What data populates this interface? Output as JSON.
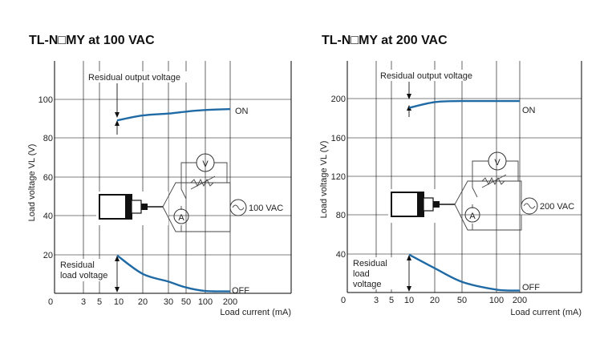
{
  "chart_data": [
    {
      "type": "line",
      "title": "TL-N□MY at 100 VAC",
      "xlabel": "Load current (mA)",
      "ylabel": "Load voltage VL (V)",
      "x_tick_labels": [
        "0",
        "3",
        "5",
        "10",
        "20",
        "30",
        "50",
        "100",
        "200"
      ],
      "y_tick_labels": [
        "20",
        "40",
        "60",
        "80",
        "100"
      ],
      "ylim": [
        0,
        120
      ],
      "grid": true,
      "series": [
        {
          "name": "ON",
          "x": [
            10,
            20,
            30,
            50,
            100,
            200
          ],
          "y": [
            89,
            91.5,
            92.5,
            93.5,
            94.3,
            94.8
          ]
        },
        {
          "name": "OFF",
          "x": [
            10,
            20,
            30,
            50,
            100,
            200
          ],
          "y": [
            19.5,
            10,
            6,
            3,
            1.2,
            1
          ]
        }
      ],
      "annotations": {
        "residual_output": "Residual output voltage",
        "residual_load_line1": "Residual",
        "residual_load_line2": "load voltage",
        "supply": "100 VAC",
        "meter_v": "V",
        "meter_a": "A"
      }
    },
    {
      "type": "line",
      "title": "TL-N□MY at 200 VAC",
      "xlabel": "Load current (mA)",
      "ylabel": "Load voltage VL (V)",
      "x_tick_labels": [
        "0",
        "3",
        "5",
        "10",
        "20",
        "50",
        "100",
        "200"
      ],
      "y_tick_labels": [
        "40",
        "80",
        "120",
        "160",
        "200"
      ],
      "ylim": [
        0,
        240
      ],
      "grid": true,
      "series": [
        {
          "name": "ON",
          "x": [
            10,
            20,
            50,
            100,
            200
          ],
          "y": [
            190,
            196,
            197,
            197,
            197
          ]
        },
        {
          "name": "OFF",
          "x": [
            10,
            20,
            50,
            100,
            200
          ],
          "y": [
            39,
            25,
            11,
            3,
            2
          ]
        }
      ],
      "annotations": {
        "residual_output": "Residual output voltage",
        "residual_load_line1": "Residual",
        "residual_load_line2": "load",
        "residual_load_line3": "voltage",
        "supply": "200 VAC",
        "meter_v": "V",
        "meter_a": "A"
      }
    }
  ]
}
